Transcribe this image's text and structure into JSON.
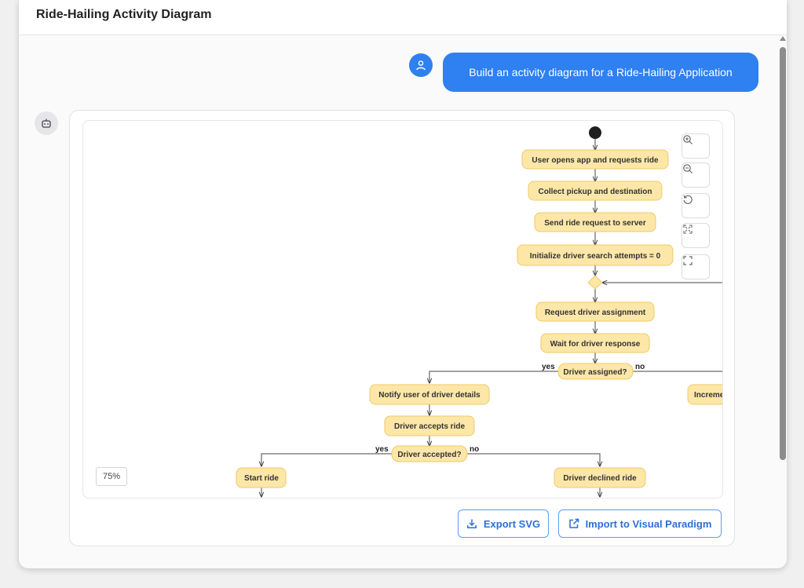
{
  "header": {
    "title": "Ride-Hailing Activity Diagram"
  },
  "chat": {
    "user_message": "Build an activity diagram for a Ride-Hailing Application"
  },
  "diagram": {
    "nodes": {
      "n1": "User opens app and requests ride",
      "n2": "Collect pickup and destination",
      "n3": "Send ride request to server",
      "n4": "Initialize driver search attempts = 0",
      "n5": "Request driver assignment",
      "n6": "Wait for driver response",
      "d1": "Driver assigned?",
      "n7": "Notify user of driver details",
      "n8": "Driver accepts ride",
      "d2": "Driver accepted?",
      "n9": "Start ride",
      "n10": "Driver declined ride",
      "n11": "Increme"
    },
    "labels": {
      "yes": "yes",
      "no": "no"
    }
  },
  "toolbar": {
    "zoom_in": "zoom-in-icon",
    "zoom_out": "zoom-out-icon",
    "reset": "reset-icon",
    "fit": "fit-icon",
    "fullscreen": "fullscreen-icon"
  },
  "zoom_level": "75%",
  "actions": {
    "export_label": "Export SVG",
    "import_label": "Import to Visual Paradigm"
  },
  "colors": {
    "accent": "#2f80f0",
    "node_fill": "#fde7a8",
    "node_stroke": "#f0c868"
  }
}
